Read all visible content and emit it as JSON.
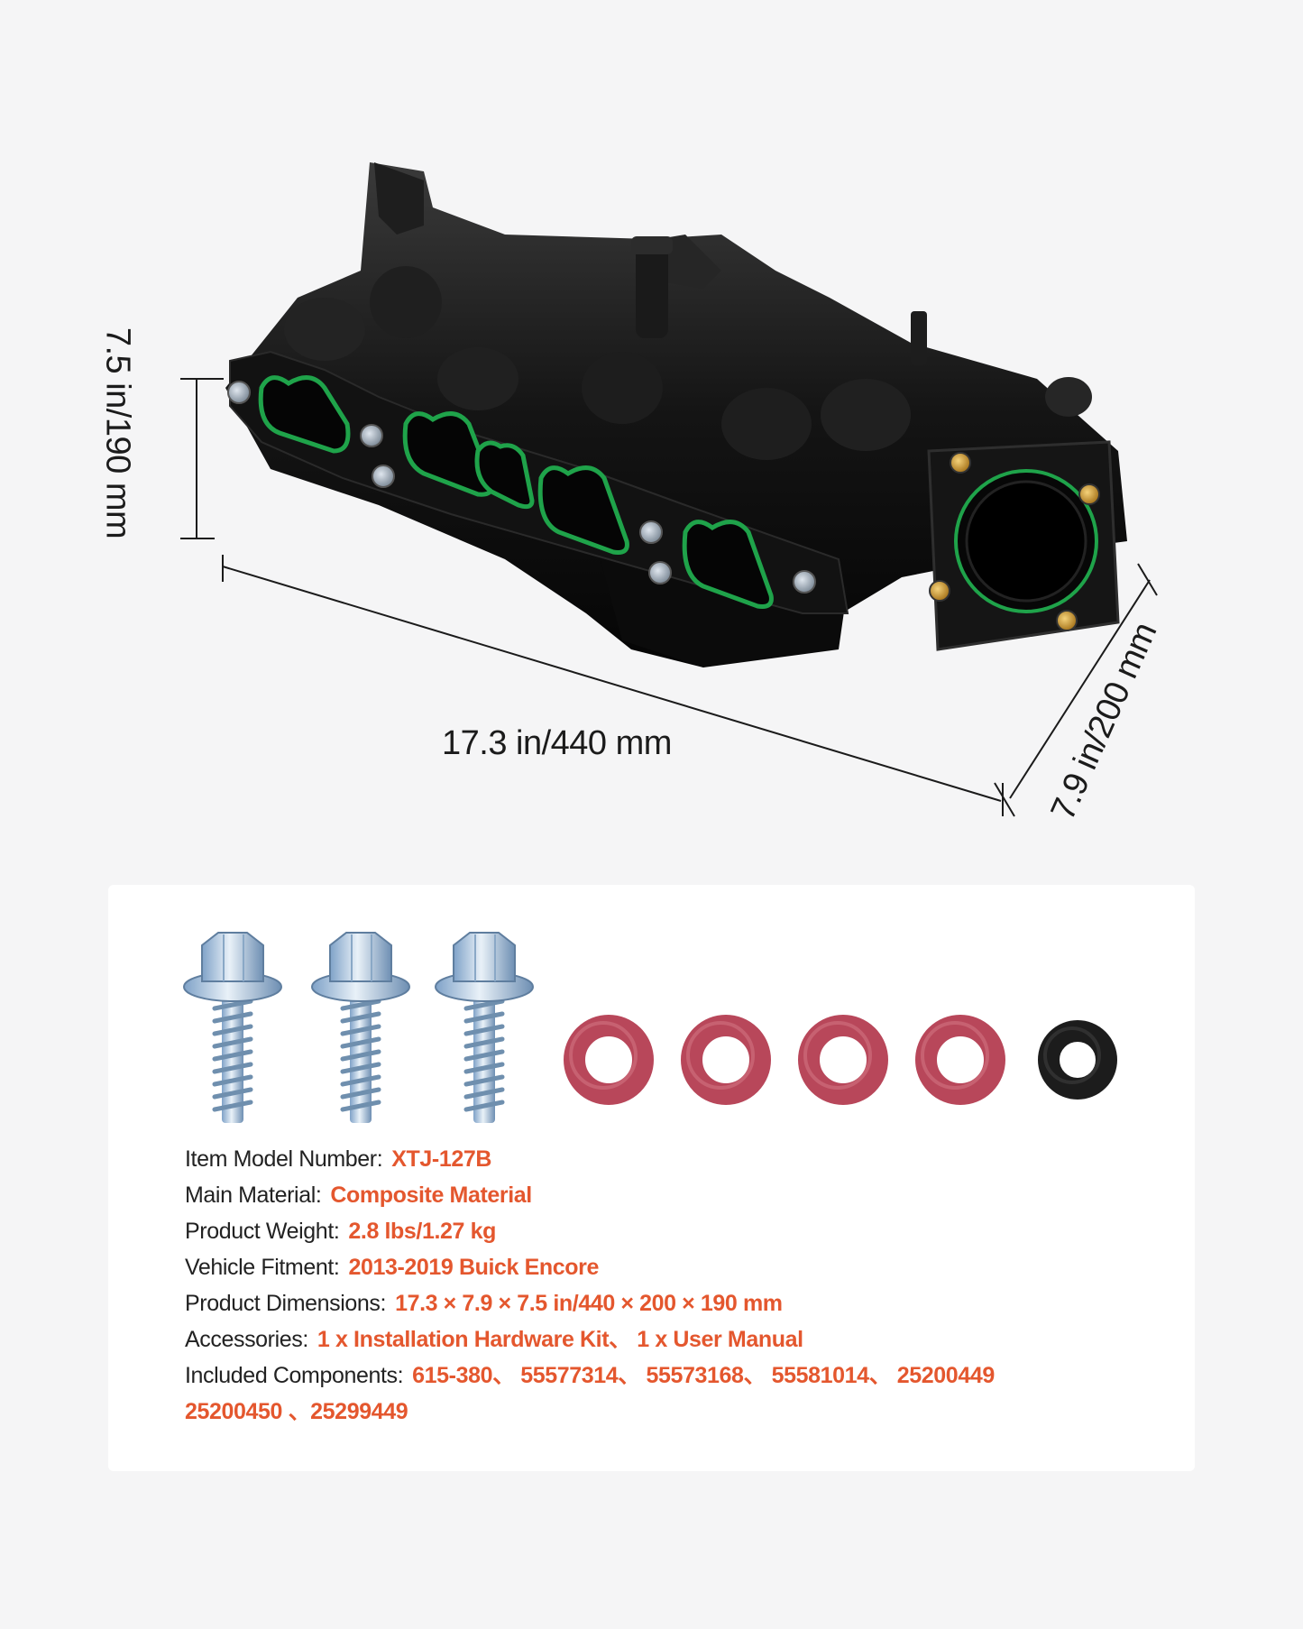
{
  "dimensions": {
    "height_label": "7.5 in/190 mm",
    "length_label": "17.3 in/440 mm",
    "depth_label": "7.9 in/200 mm"
  },
  "hardware": {
    "screws": 3,
    "red_orings": 4,
    "black_orings": 1
  },
  "specs": [
    {
      "label": "Item Model Number:",
      "value": "XTJ-127B"
    },
    {
      "label": "Main Material:",
      "value": "Composite Material"
    },
    {
      "label": "Product Weight:",
      "value": "2.8 lbs/1.27 kg"
    },
    {
      "label": "Vehicle Fitment:",
      "value": "2013-2019 Buick Encore"
    },
    {
      "label": "Product Dimensions:",
      "value": "17.3 × 7.9 × 7.5 in/440 × 200 × 190 mm"
    },
    {
      "label": "Accessories:",
      "value": "1 x Installation Hardware Kit、 1 x User Manual"
    },
    {
      "label": "Included Components:",
      "value": "615-380、 55577314、 55573168、 55581014、 25200449"
    }
  ],
  "specs_continuation": "25200450 、25299449",
  "colors": {
    "accent": "#e4572e",
    "gasket": "#1fa34a",
    "manifold": "#111111",
    "oring_red": "#b8475a",
    "oring_black": "#1c1c1c"
  }
}
